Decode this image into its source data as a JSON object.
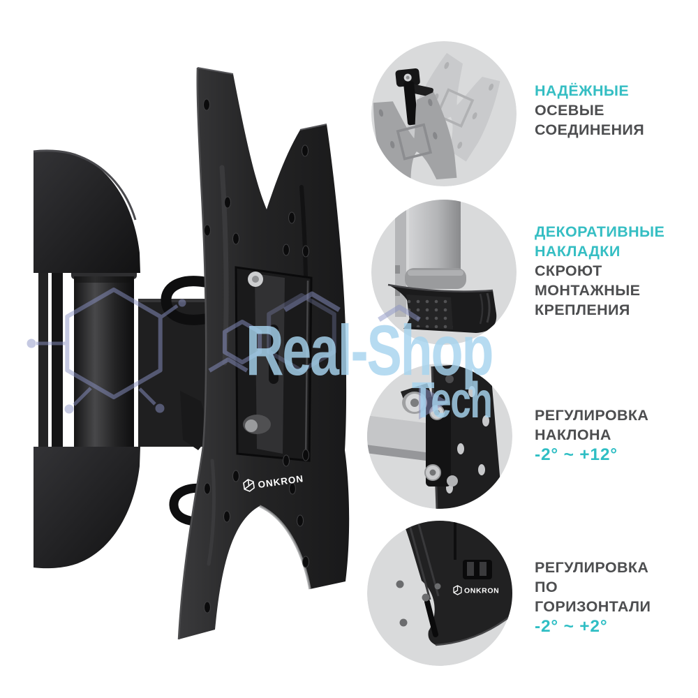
{
  "brand": "ONKRON",
  "watermark": {
    "title": "Real-Shop",
    "subtitle": "Tech"
  },
  "colors": {
    "accent_teal": "#35bec3",
    "text_dark": "#4d4e50",
    "watermark_blue": "#a7d4ef",
    "watermark_hex_purple": "#8b93c5",
    "callout_circle_gray": "#d9dadb",
    "product_black": "#1d1d1e"
  },
  "features": [
    {
      "callout": "pivot-joints",
      "lines": [
        {
          "text": "НАДЁЖНЫЕ",
          "style": "accent"
        },
        {
          "text": "ОСЕВЫЕ",
          "style": "dark"
        },
        {
          "text": "СОЕДИНЕНИЯ",
          "style": "dark"
        }
      ]
    },
    {
      "callout": "decorative-covers",
      "lines": [
        {
          "text": "ДЕКОРАТИВНЫЕ",
          "style": "accent"
        },
        {
          "text": "НАКЛАДКИ",
          "style": "accent"
        },
        {
          "text": "СКРОЮТ",
          "style": "dark"
        },
        {
          "text": "МОНТАЖНЫЕ",
          "style": "dark"
        },
        {
          "text": "КРЕПЛЕНИЯ",
          "style": "dark"
        }
      ]
    },
    {
      "callout": "tilt-adjustment",
      "lines": [
        {
          "text": "РЕГУЛИРОВКА",
          "style": "dark"
        },
        {
          "text": "НАКЛОНА",
          "style": "dark"
        },
        {
          "text": "-2° ~ +12°",
          "style": "value"
        }
      ]
    },
    {
      "callout": "horizontal-adjustment",
      "lines": [
        {
          "text": "РЕГУЛИРОВКА",
          "style": "dark"
        },
        {
          "text": "ПО",
          "style": "dark"
        },
        {
          "text": "ГОРИЗОНТАЛИ",
          "style": "dark"
        },
        {
          "text": "-2° ~ +2°",
          "style": "value"
        }
      ]
    }
  ]
}
